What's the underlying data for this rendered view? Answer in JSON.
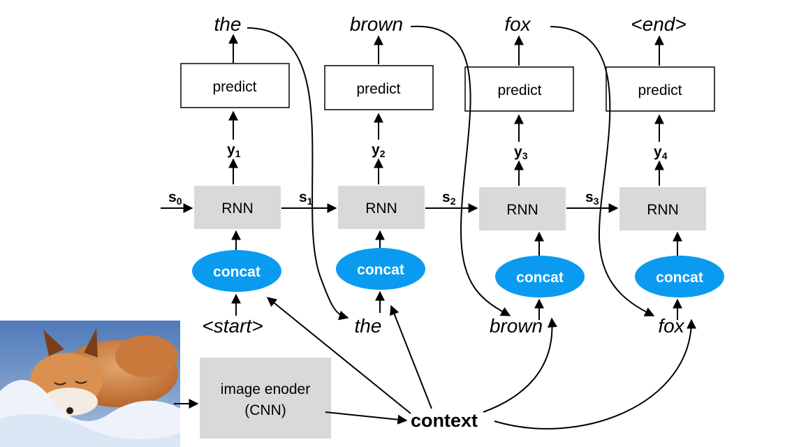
{
  "colors": {
    "rnn_fill": "#d9d9d9",
    "concat_fill": "#0a9bf0",
    "encoder_fill": "#d9d9d9"
  },
  "steps": [
    {
      "output_word": "the",
      "predict_label": "predict",
      "y_label": "y",
      "y_sub": "1",
      "rnn_label": "RNN",
      "concat_label": "concat",
      "input_word": "<start>"
    },
    {
      "output_word": "brown",
      "predict_label": "predict",
      "y_label": "y",
      "y_sub": "2",
      "rnn_label": "RNN",
      "concat_label": "concat",
      "input_word": "the"
    },
    {
      "output_word": "fox",
      "predict_label": "predict",
      "y_label": "y",
      "y_sub": "3",
      "rnn_label": "RNN",
      "concat_label": "concat",
      "input_word": "brown"
    },
    {
      "output_word": "<end>",
      "predict_label": "predict",
      "y_label": "y",
      "y_sub": "4",
      "rnn_label": "RNN",
      "concat_label": "concat",
      "input_word": "fox"
    }
  ],
  "states": [
    {
      "label": "s",
      "sub": "0"
    },
    {
      "label": "s",
      "sub": "1"
    },
    {
      "label": "s",
      "sub": "2"
    },
    {
      "label": "s",
      "sub": "3"
    }
  ],
  "encoder": {
    "line1": "image enoder",
    "line2": "(CNN)"
  },
  "context_label": "context",
  "image": {
    "subject": "fox-photo"
  }
}
